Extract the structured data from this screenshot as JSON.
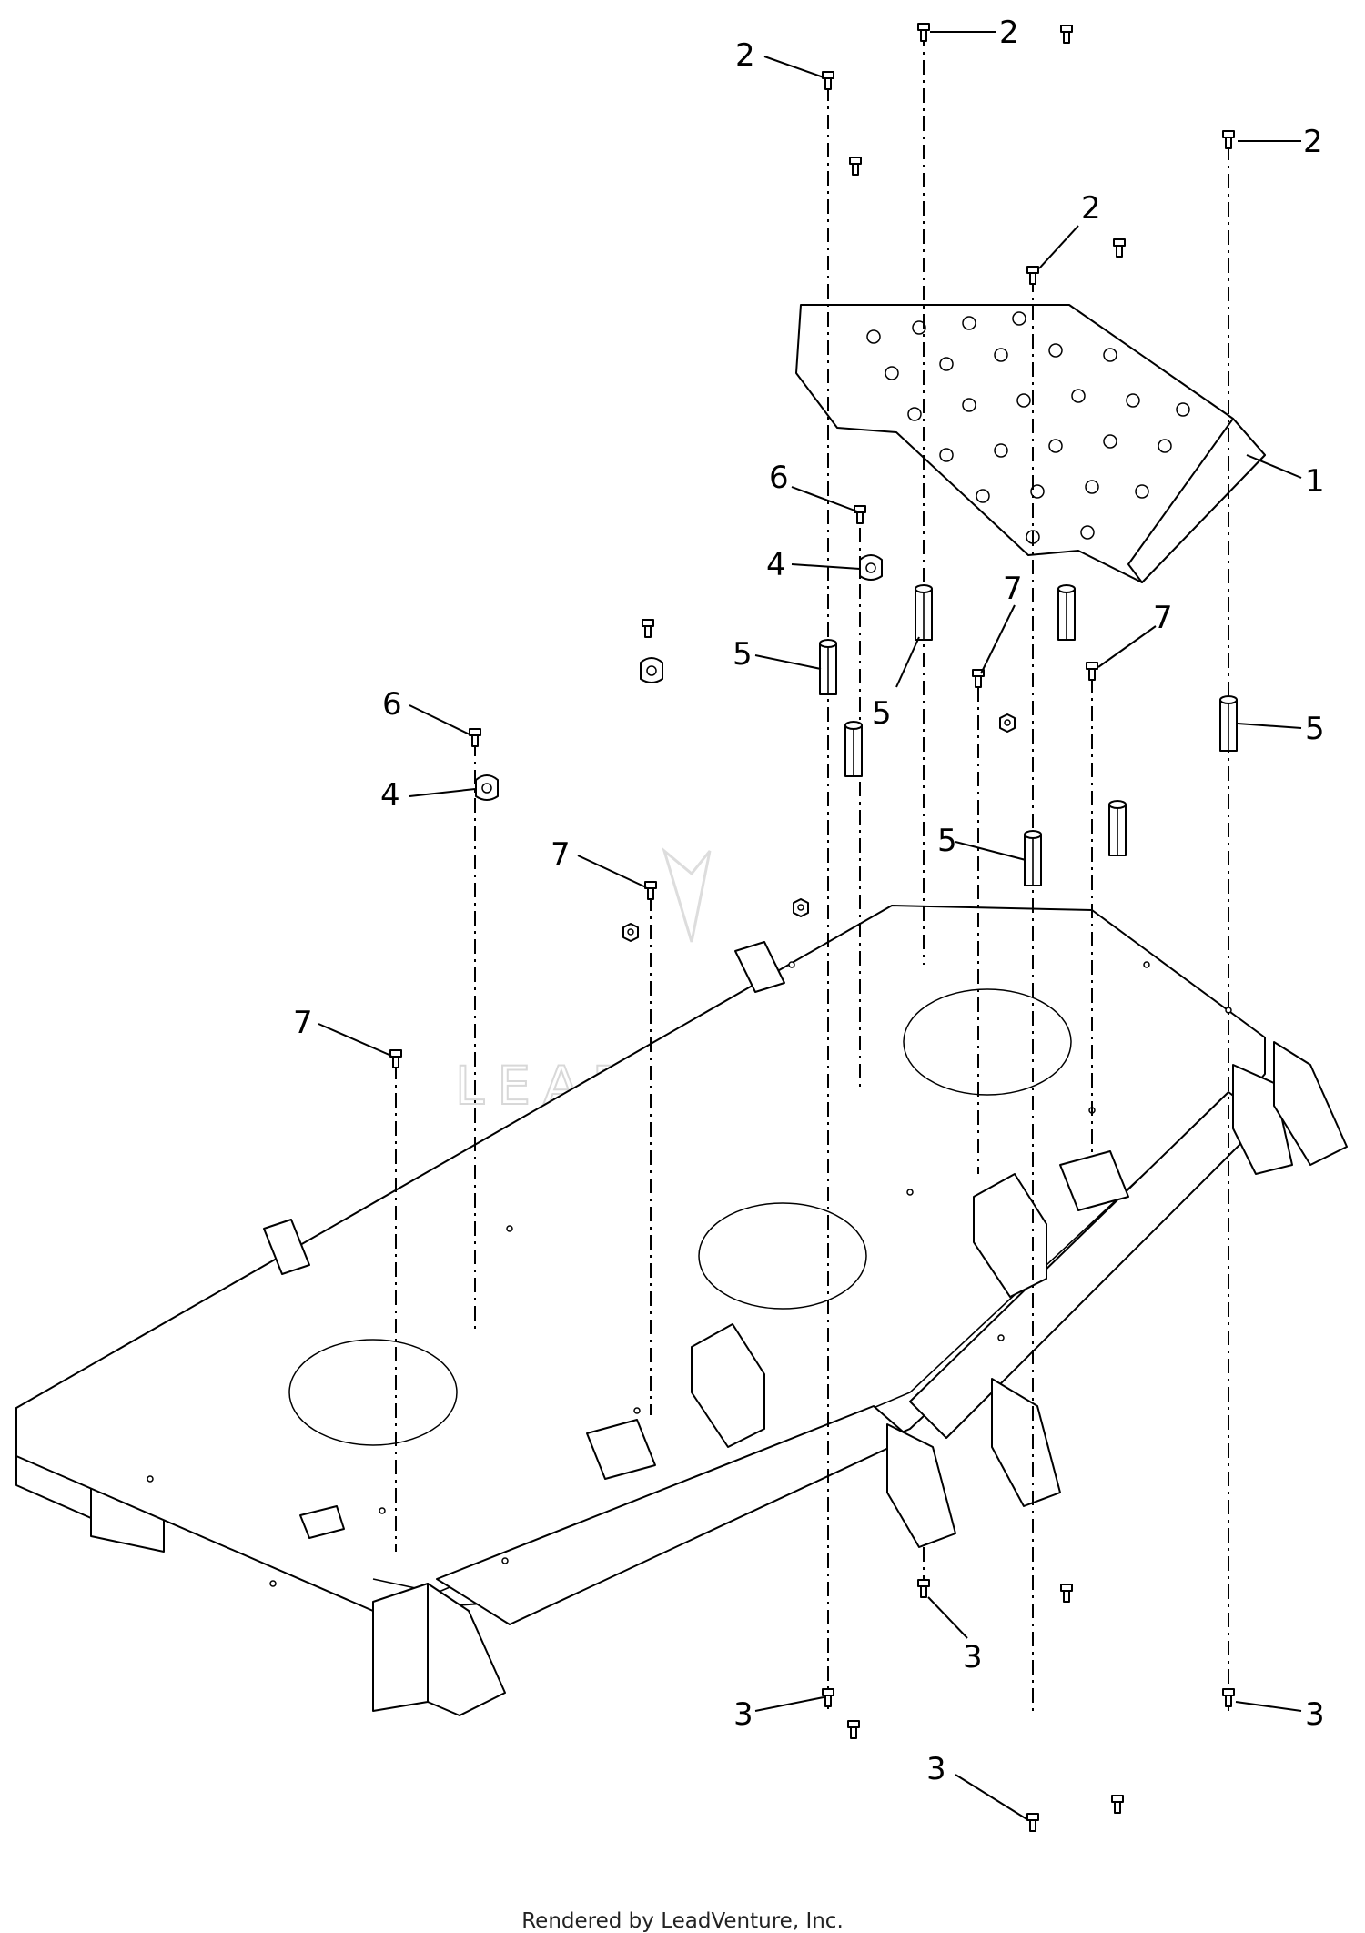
{
  "watermark": {
    "text": "LEADVENTURE"
  },
  "footer": {
    "credit": "Rendered by LeadVenture, Inc."
  },
  "callouts": {
    "part_1": "1",
    "part_2": "2",
    "part_3": "3",
    "part_4": "4",
    "part_5": "5",
    "part_6": "6",
    "part_7": "7"
  },
  "icons": {
    "screw": "screw-icon",
    "spacer": "hex-spacer-icon",
    "clamp": "cable-clamp-icon",
    "nut": "nut-icon"
  }
}
